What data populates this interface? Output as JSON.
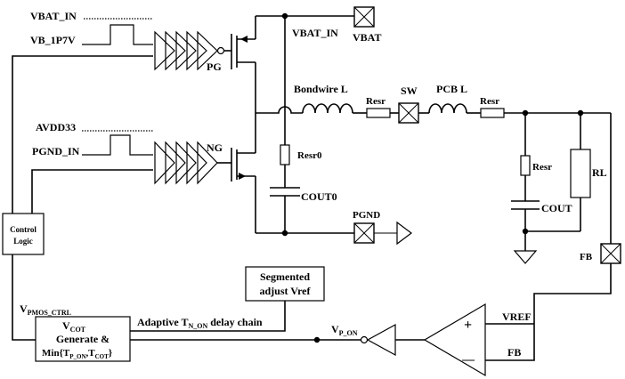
{
  "labels": {
    "vbat_in_top": "VBAT_IN",
    "vb_1p7v": "VB_1P7V",
    "pg": "PG",
    "vbat_in_node": "VBAT_IN",
    "vbat_pad": "VBAT",
    "bondwire": "Bondwire L",
    "resr": "Resr",
    "sw": "SW",
    "pcb_l": "PCB L",
    "avdd33": "AVDD33",
    "pgnd_in": "PGND_IN",
    "ng": "NG",
    "resr0": "Resr0",
    "cout0": "COUT0",
    "pgnd_pad": "PGND",
    "cout": "COUT",
    "rl": "RL",
    "fb_pad": "FB",
    "control_logic_line1": "Control",
    "control_logic_line2": "Logic",
    "segmented_line1": "Segmented",
    "segmented_line2": "adjust Vref",
    "vpmos_ctrl_base": "V",
    "vpmos_ctrl_sub": "PMOS_CTRL",
    "vcot_base": "V",
    "vcot_sub": "COT",
    "generate": "Generate &",
    "min_prefix": "Min{T",
    "min_sub1": "P_ON",
    "min_mid": ",T",
    "min_sub2": "COT",
    "min_suffix": "}",
    "adaptive_prefix": "Adaptive T",
    "adaptive_sub": "N_ON",
    "adaptive_suffix": " delay chain",
    "vpon_base": "V",
    "vpon_sub": "P_ON",
    "vref": "VREF",
    "fb": "FB",
    "plus": "+",
    "minus": "—"
  }
}
